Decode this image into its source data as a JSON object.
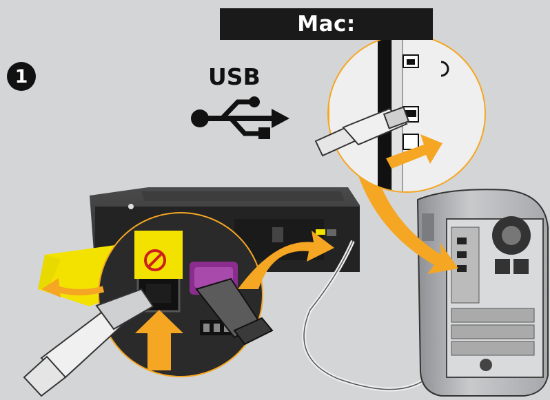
{
  "header": {
    "title": "Mac:"
  },
  "step": {
    "number": "1"
  },
  "connection": {
    "label": "USB",
    "icon": "usb-symbol-icon"
  },
  "colors": {
    "background": "#d4d5d6",
    "banner": "#1a1a1a",
    "arrow": "#f5a623",
    "accent_yellow": "#f3e200",
    "port_purple": "#8b2d8f",
    "printer_body": "#2a2a2a"
  }
}
